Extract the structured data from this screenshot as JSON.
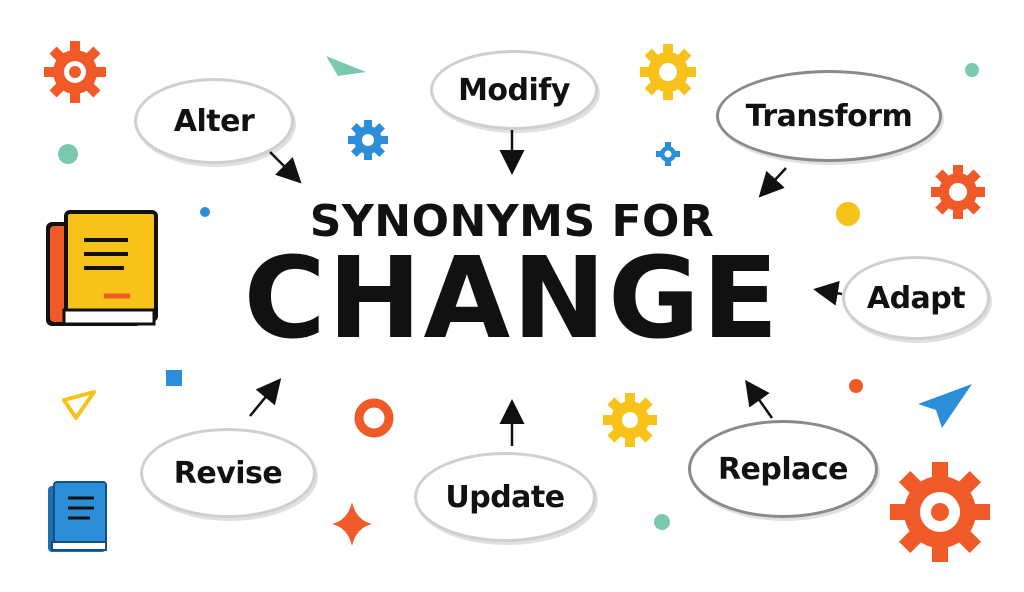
{
  "title": {
    "line1": "SYNONYMS FOR",
    "line2": "CHANGE"
  },
  "synonyms": [
    "Alter",
    "Modify",
    "Transform",
    "Adapt",
    "Replace",
    "Update",
    "Revise"
  ],
  "colors": {
    "orange": "#f05a28",
    "yellow": "#f7c21a",
    "blue": "#2a8fd8",
    "teal": "#7cc8ad",
    "text": "#111111"
  },
  "icons": [
    "gear-icon",
    "book-icon",
    "paper-plane-icon",
    "sparkle-icon",
    "ring-icon"
  ]
}
